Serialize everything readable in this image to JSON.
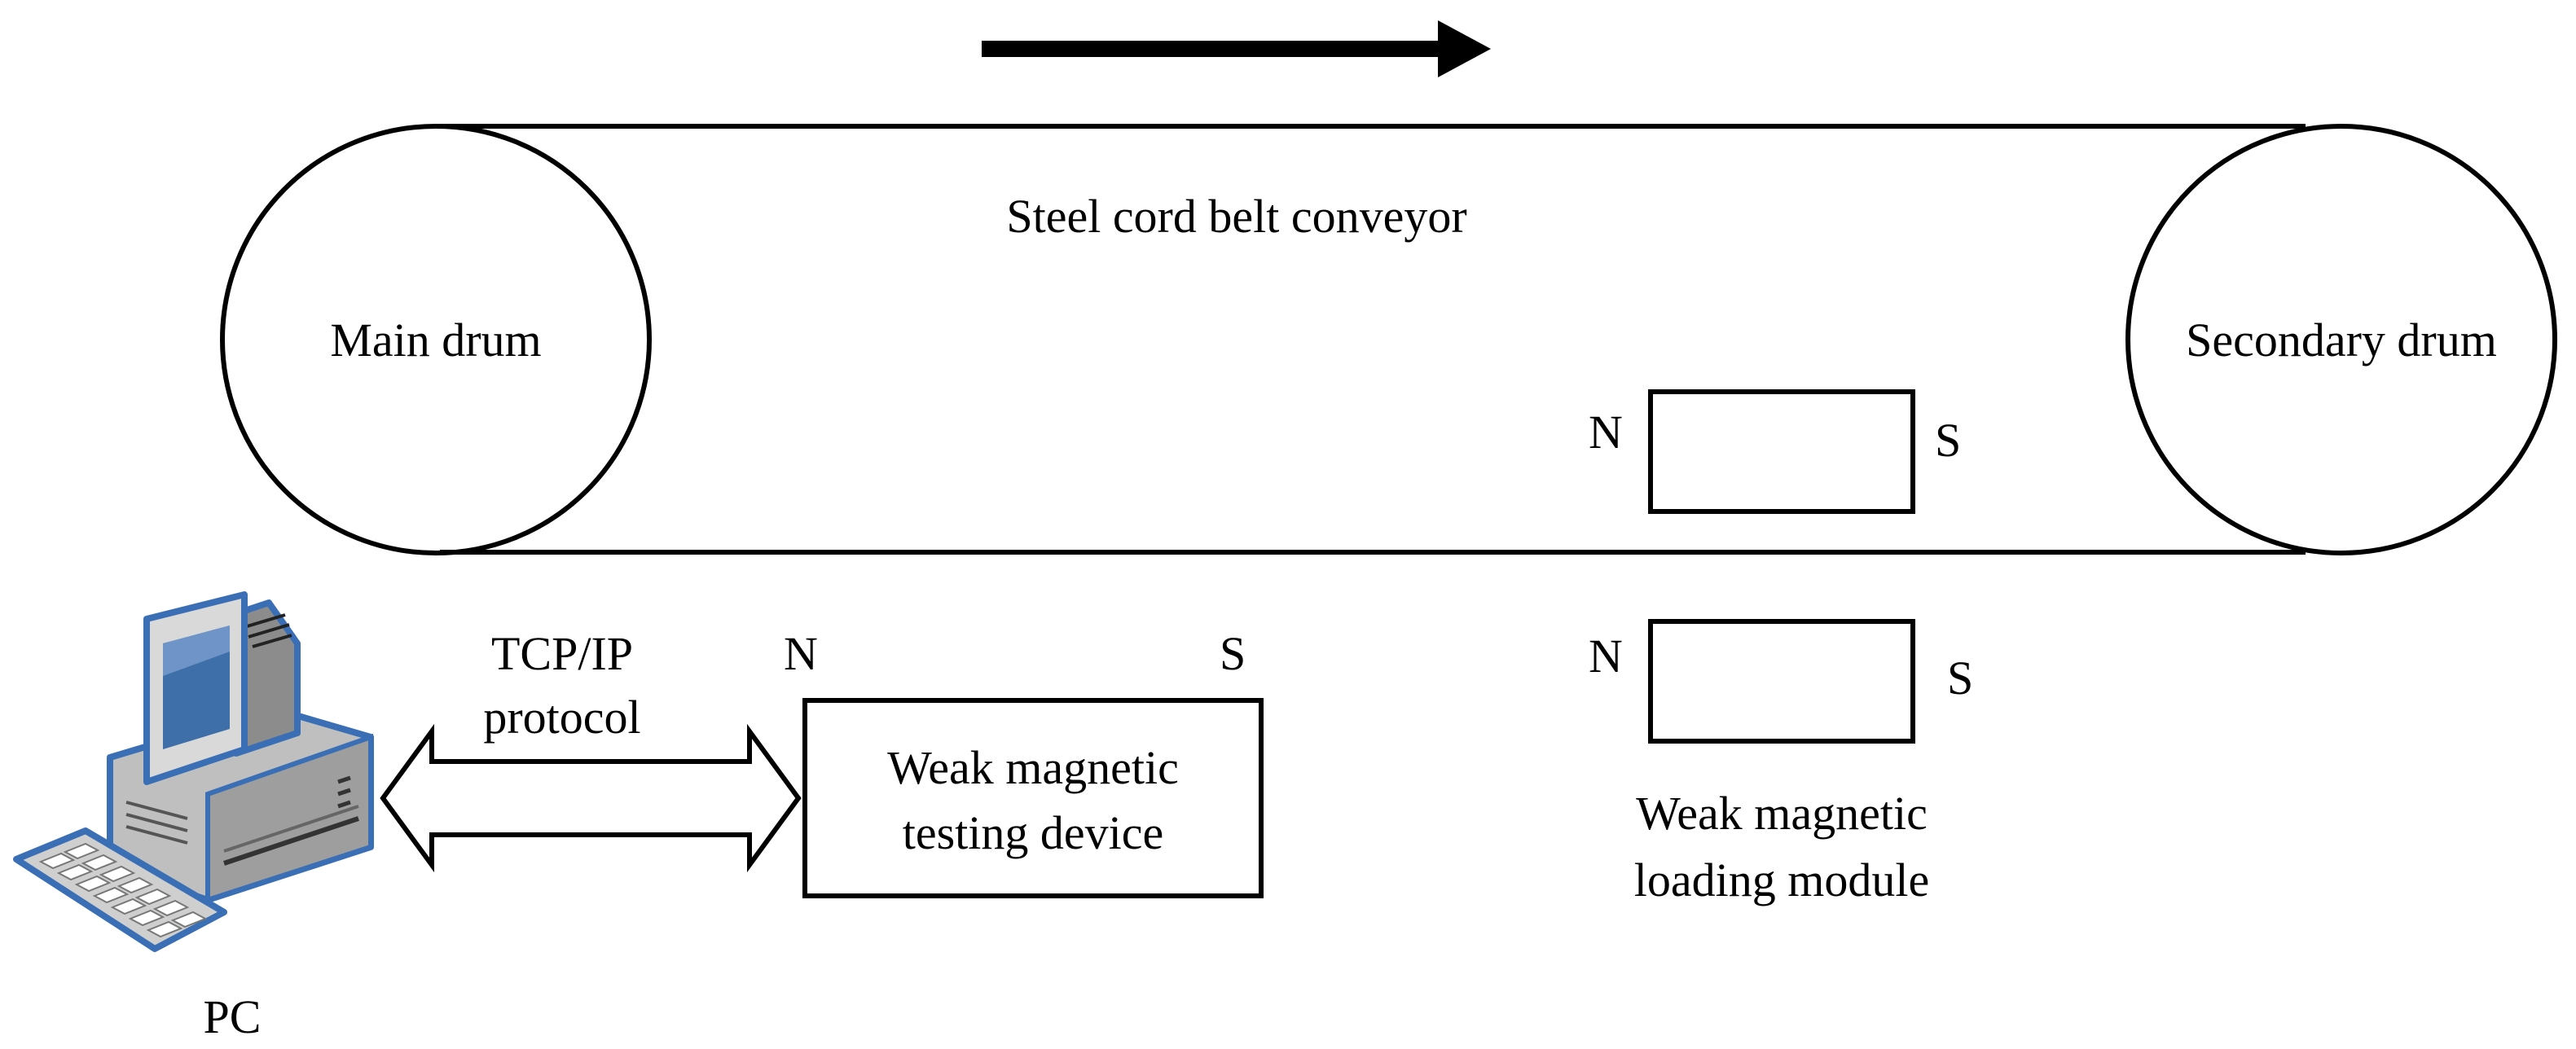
{
  "diagram": {
    "direction_arrow": "arrow-right",
    "belt": {
      "label": "Steel cord belt conveyor"
    },
    "main_drum": {
      "label": "Main drum"
    },
    "secondary_drum": {
      "label": "Secondary drum"
    },
    "loading_module": {
      "label_line1": "Weak magnetic",
      "label_line2": "loading module",
      "upper_magnet": {
        "north": "N",
        "south": "S"
      },
      "lower_magnet": {
        "north": "N",
        "south": "S"
      }
    },
    "testing_device": {
      "label_line1": "Weak magnetic",
      "label_line2": "testing device",
      "north": "N",
      "south": "S"
    },
    "link": {
      "label_line1": "TCP/IP",
      "label_line2": "protocol",
      "arrow": "double-arrow"
    },
    "pc": {
      "label": "PC",
      "icon": "desktop-computer-icon"
    },
    "colors": {
      "line": "#000000",
      "pc_body": "#d9d9d9",
      "pc_outline": "#3a6fb5",
      "pc_screen": "#3f6fa8"
    }
  }
}
